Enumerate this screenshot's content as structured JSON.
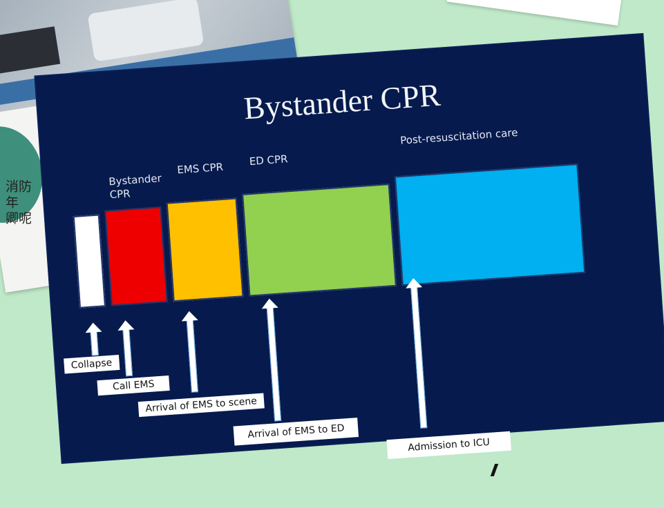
{
  "background_photo": {
    "caption_lines": [
      "消防",
      "年",
      "卿呢"
    ]
  },
  "slide": {
    "title": "Bystander CPR",
    "phases": [
      {
        "label": "Bystander\nCPR",
        "color": "#ee0000"
      },
      {
        "label": "EMS CPR",
        "color": "#ffc000"
      },
      {
        "label": "ED CPR",
        "color": "#92d050"
      },
      {
        "label": "Post-resuscitation care",
        "color": "#00b0f0"
      }
    ],
    "events": [
      "Collapse",
      "Call EMS",
      "Arrival of EMS to scene",
      "Arrival of EMS to ED",
      "Admission to ICU"
    ]
  },
  "colors": {
    "background": "#bfe9c8",
    "slide_bg": "#061a4d",
    "collapse_block": "#ffffff"
  }
}
